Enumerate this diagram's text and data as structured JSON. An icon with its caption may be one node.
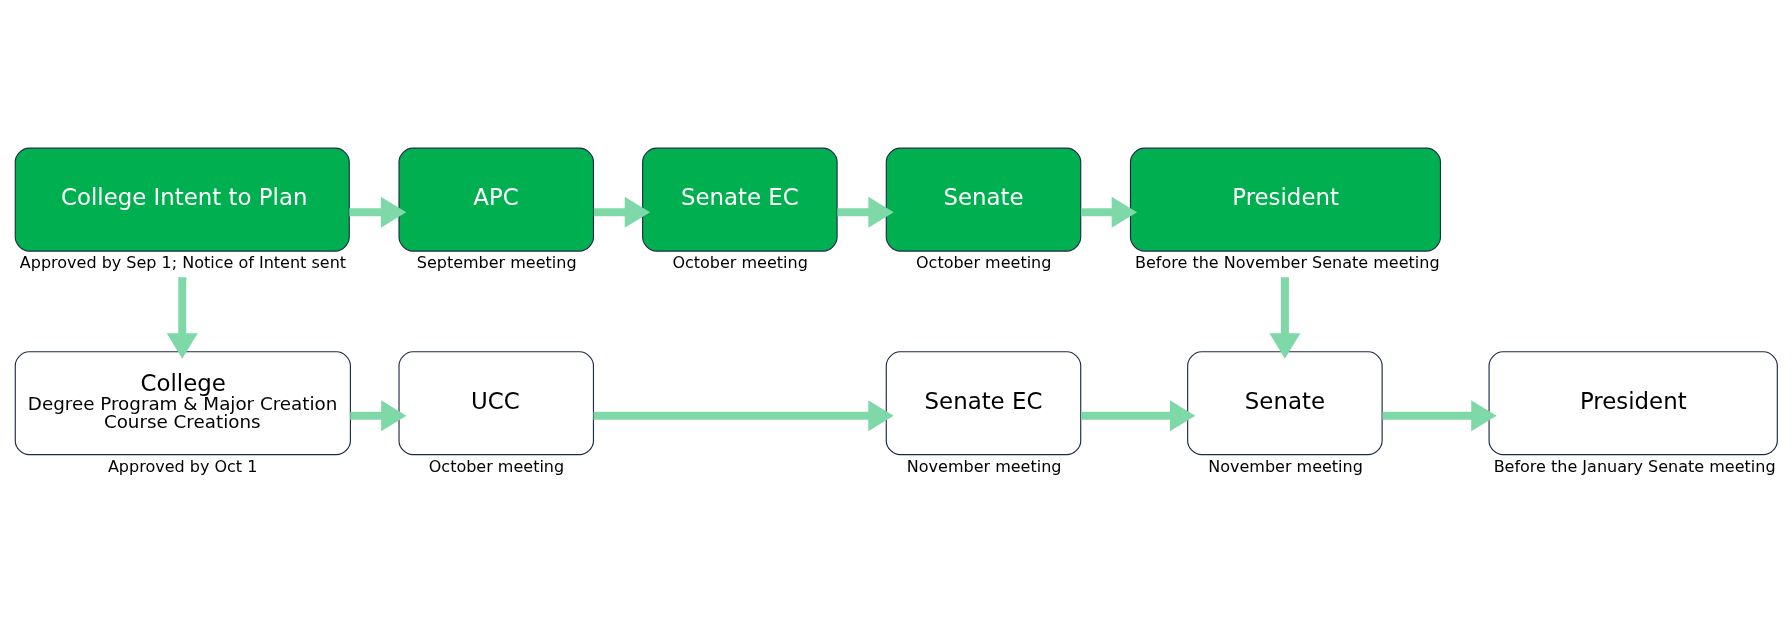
{
  "diagram": {
    "nodes": [
      {
        "text": [
          "College Intent to Plan"
        ],
        "beside": [
          "Approved by Sep 1; Notice of Intent sent"
        ]
      },
      {
        "text": [
          "APC"
        ],
        "beside": [
          "September meeting"
        ]
      },
      {
        "text": [
          "Senate EC"
        ],
        "beside": [
          "October meeting"
        ]
      },
      {
        "text": [
          "Senate"
        ],
        "beside": [
          "October meeting"
        ]
      },
      {
        "text": [
          "President"
        ],
        "beside": [
          "Before the November Senate meeting"
        ]
      },
      {
        "text": [
          "College",
          "Degree Program & Major Creation",
          "Course Creations"
        ],
        "beside": [
          "Approved by Oct 1"
        ]
      },
      {
        "text": [
          "UCC"
        ],
        "beside": [
          "October meeting"
        ]
      },
      {
        "text": [
          "Senate EC"
        ],
        "beside": [
          "November meeting"
        ]
      },
      {
        "text": [
          "Senate"
        ],
        "beside": [
          "November meeting"
        ]
      },
      {
        "text": [
          "President"
        ],
        "beside": [
          "Before the January Senate meeting"
        ]
      }
    ],
    "edges": [
      {
        "from": 0,
        "to": 1,
        "arrow": "to"
      },
      {
        "from": 1,
        "to": 2,
        "arrow": "to"
      },
      {
        "from": 2,
        "to": 3,
        "arrow": "to"
      },
      {
        "from": 3,
        "to": 4,
        "arrow": "to"
      },
      {
        "from": 0,
        "to": 5,
        "arrow": "to"
      },
      {
        "from": 4,
        "to": 8,
        "arrow": "to"
      },
      {
        "from": 5,
        "to": 6,
        "arrow": "to"
      },
      {
        "from": 6,
        "to": 7,
        "arrow": "to"
      },
      {
        "from": 7,
        "to": 8,
        "arrow": "to"
      },
      {
        "from": 8,
        "to": 9,
        "arrow": "to"
      }
    ]
  }
}
